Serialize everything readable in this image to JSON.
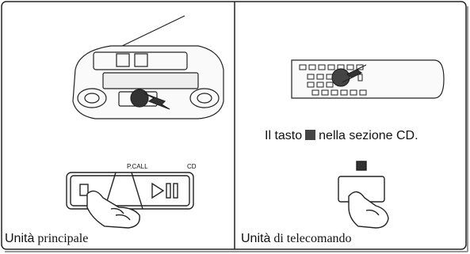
{
  "panels": {
    "left": {
      "label_prefix": "Unità",
      "label_rest": " principale"
    },
    "right": {
      "label_prefix": "Unità",
      "label_rest": " di telecomando"
    }
  },
  "caption": {
    "before": "Il tasto",
    "after": "nella sezione CD."
  },
  "button_labels": {
    "pcall": "P.CALL",
    "cd": "CD"
  }
}
